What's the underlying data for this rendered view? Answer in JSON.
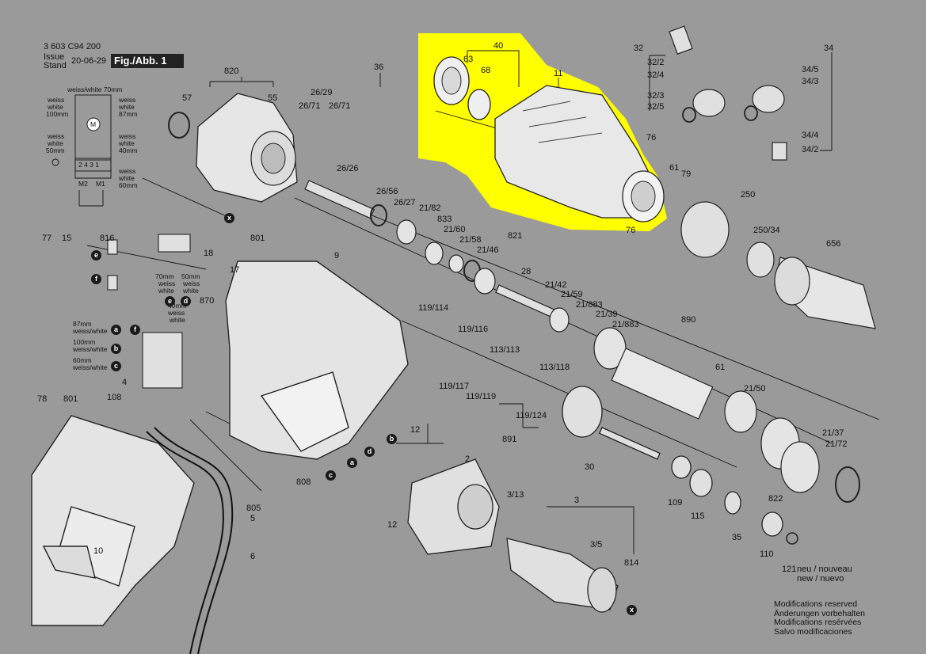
{
  "header": {
    "doc_number": "3 603 C94 200",
    "issue_label": "Issue",
    "stand_label": "Stand",
    "date": "20-06-29",
    "figure": "Fig./Abb. 1"
  },
  "wiring": {
    "top": "weiss/white 70mm",
    "left1": "weiss",
    "left2": "white",
    "left3": "100mm",
    "left4": "weiss",
    "left5": "white",
    "left6": "50mm",
    "right1": "weiss",
    "right2": "white",
    "right3": "87mm",
    "right4": "weiss",
    "right5": "white",
    "right6": "40mm",
    "right7": "weiss",
    "right8": "white",
    "right9": "60mm",
    "terminals": "2 4 3 1",
    "m2": "M2",
    "m1": "M1",
    "motor": "M"
  },
  "switch_notes": {
    "w70": "70mm",
    "w50": "50mm",
    "weiss_a": "weiss",
    "white_a": "white",
    "weiss_b": "weiss",
    "white_b": "white",
    "r40a": "40mm",
    "r40b": "weiss",
    "r40c": "white",
    "n87a": "87mm",
    "n87b": "weiss/white",
    "n100a": "100mm",
    "n100b": "weiss/white",
    "n60a": "60mm",
    "n60b": "weiss/white"
  },
  "circle_letters": {
    "e1": "e",
    "f1": "f",
    "e2": "e",
    "d2": "d",
    "a1": "a",
    "f2": "f",
    "b1": "b",
    "c1": "c",
    "b2": "b",
    "d3": "d",
    "a3": "a",
    "c3": "c",
    "x": "x"
  },
  "labels": {
    "p820": "820",
    "p57": "57",
    "p55": "55",
    "p36": "36",
    "p2629": "26/29",
    "p2671a": "26/71",
    "p2671b": "26/71",
    "p2626": "26/26",
    "p2656": "26/56",
    "p2627": "26/27",
    "p2182": "21/82",
    "p833": "833",
    "p2160": "21/60",
    "p2158": "21/58",
    "p2146": "21/46",
    "p821": "821",
    "p28": "28",
    "p2142": "21/42",
    "p2159": "21/59",
    "p21883a": "21/883",
    "p2139": "21/39",
    "p21883b": "21/883",
    "p40": "40",
    "p63": "63",
    "p68": "68",
    "p11": "11",
    "p32": "32",
    "p322": "32/2",
    "p324": "32/4",
    "p323": "32/3",
    "p325": "32/5",
    "p34": "34",
    "p345": "34/5",
    "p343": "34/3",
    "p344": "34/4",
    "p342": "34/2",
    "p76a": "76",
    "p61a": "61",
    "p79": "79",
    "p250": "250",
    "p25034": "250/34",
    "p656": "656",
    "p76b": "76",
    "p77": "77",
    "p15": "15",
    "p816": "816",
    "p18": "18",
    "p801a": "801",
    "p17": "17",
    "p9": "9",
    "p870": "870",
    "p4": "4",
    "p108": "108",
    "p78": "78",
    "p801b": "801",
    "p808": "808",
    "p805": "805",
    "p5": "5",
    "p6": "6",
    "p10": "10",
    "p119114": "119/114",
    "p119116": "119/116",
    "p113113": "113/113",
    "p113118": "113/118",
    "p119117": "119/117",
    "p119119": "119/119",
    "p119124": "119/124",
    "p891": "891",
    "p890": "890",
    "p61b": "61",
    "p2150": "21/50",
    "p2137": "21/37",
    "p2172": "21/72",
    "p30": "30",
    "p109": "109",
    "p115": "115",
    "p822": "822",
    "p35": "35",
    "p110": "110",
    "p121": "121",
    "p12a": "12",
    "p12b": "12",
    "p2": "2",
    "p313": "3/13",
    "p3": "3",
    "p35b": "3/5",
    "p814": "814"
  },
  "notes": {
    "neu1": "neu / nouveau",
    "neu2": "new / nuevo",
    "mod1": "Modifications reserved",
    "mod2": "Änderungen vorbehalten",
    "mod3": "Modifications resérvées",
    "mod4": "Salvo modificaciones"
  },
  "colors": {
    "background": "#9a9a9a",
    "highlight": "#ffff00",
    "part_fill": "#e8e8e8",
    "ink": "#111111"
  }
}
